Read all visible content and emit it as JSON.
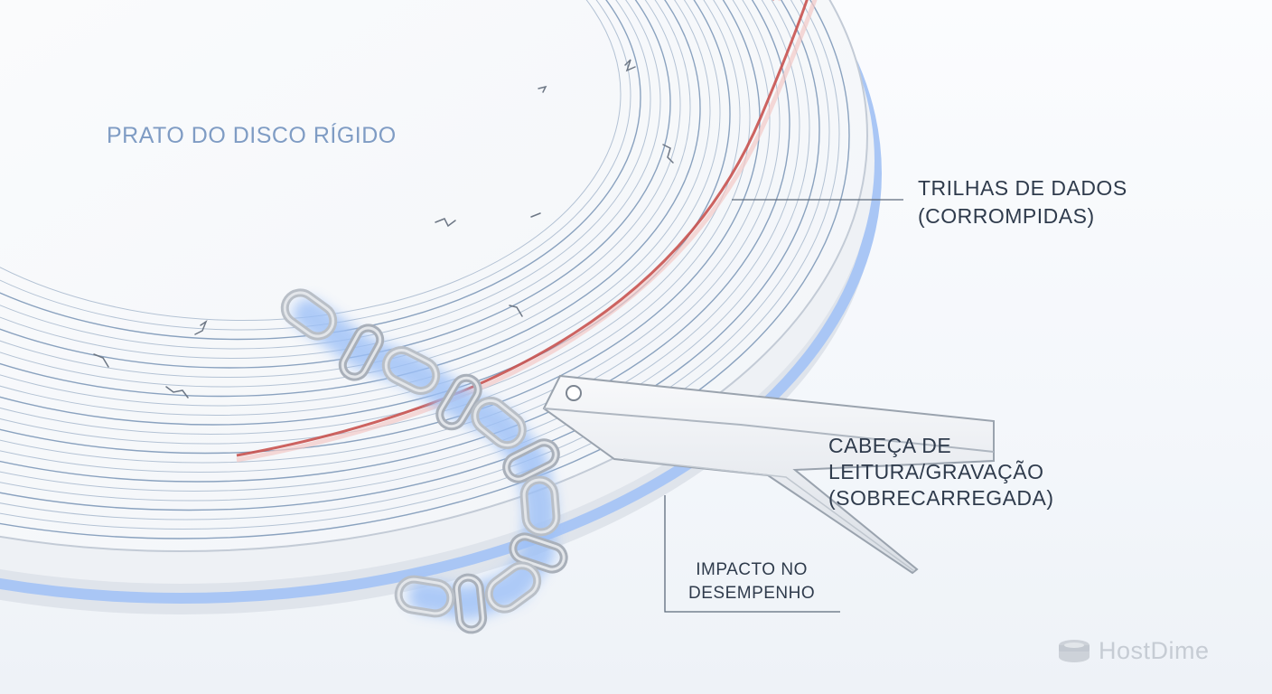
{
  "labels": {
    "platter": "PRATO DO DISCO RÍGIDO",
    "tracks": [
      "TRILHAS DE DADOS",
      "(CORROMPIDAS)"
    ],
    "head": [
      "CABEÇA DE",
      "LEITURA/GRAVAÇÃO",
      "(SOBRECARREGADA)"
    ],
    "impact": [
      "IMPACTO NO",
      "DESEMPENHO"
    ]
  },
  "brand": {
    "name": "HostDime",
    "icon": "server-stack-icon"
  },
  "colors": {
    "corrupted_track": "#c9524f",
    "glow": "#9cc0f7",
    "chain": "#b9bfc7",
    "track_lines": "#7f99b8",
    "platter_label": "#7f9cc4",
    "label_text": "#2f3b4c"
  }
}
